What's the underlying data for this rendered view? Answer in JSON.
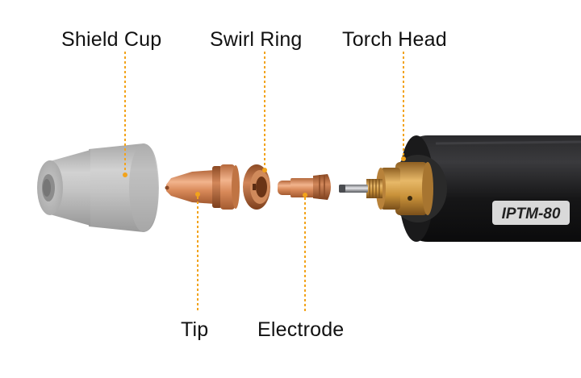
{
  "labels": {
    "shield_cup": "Shield Cup",
    "swirl_ring": "Swirl Ring",
    "torch_head": "Torch Head",
    "tip": "Tip",
    "electrode": "Electrode"
  },
  "torch_marking": "IPTM-80",
  "colors": {
    "leader": "#f2a31b",
    "copper": "#d98a5a",
    "ceramic": "#b9b9b9",
    "torch_body": "#1d1d1f",
    "brass": "#c9923a"
  }
}
